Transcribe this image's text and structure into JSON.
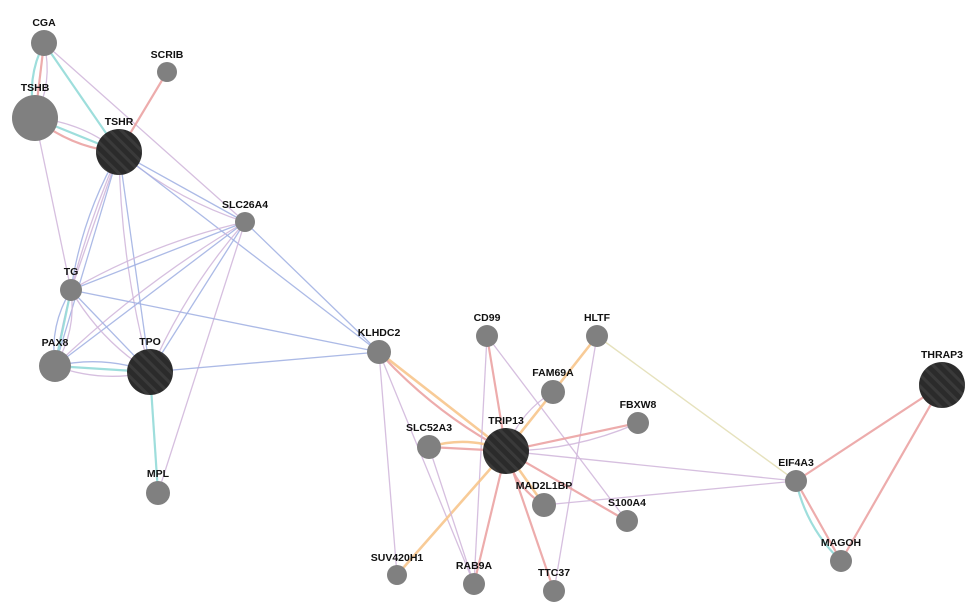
{
  "edge_colors": {
    "physical": "#eba3a3",
    "domains": "#93dad8",
    "coexpression": "#d2b8dc",
    "colocalization": "#a3b3e3",
    "predicted": "#f7c58c",
    "genetic": "#e3dfb6"
  },
  "node_colors": {
    "query": "#2b2b2b",
    "related": "#808080"
  },
  "nodes": [
    {
      "id": "CGA",
      "kind": "related"
    },
    {
      "id": "SCRIB",
      "kind": "related"
    },
    {
      "id": "TSHB",
      "kind": "related"
    },
    {
      "id": "TSHR",
      "kind": "query"
    },
    {
      "id": "SLC26A4",
      "kind": "related"
    },
    {
      "id": "TG",
      "kind": "related"
    },
    {
      "id": "PAX8",
      "kind": "related"
    },
    {
      "id": "TPO",
      "kind": "query"
    },
    {
      "id": "MPL",
      "kind": "related"
    },
    {
      "id": "KLHDC2",
      "kind": "related"
    },
    {
      "id": "CD99",
      "kind": "related"
    },
    {
      "id": "HLTF",
      "kind": "related"
    },
    {
      "id": "FAM69A",
      "kind": "related"
    },
    {
      "id": "TRIP13",
      "kind": "query"
    },
    {
      "id": "FBXW8",
      "kind": "related"
    },
    {
      "id": "SLC52A3",
      "kind": "related"
    },
    {
      "id": "MAD2L1BP",
      "kind": "related"
    },
    {
      "id": "S100A4",
      "kind": "related"
    },
    {
      "id": "EIF4A3",
      "kind": "related"
    },
    {
      "id": "THRAP3",
      "kind": "query"
    },
    {
      "id": "MAGOH",
      "kind": "related"
    },
    {
      "id": "SUV420H1",
      "kind": "related"
    },
    {
      "id": "RAB9A",
      "kind": "related"
    },
    {
      "id": "TTC37",
      "kind": "related"
    }
  ],
  "edges": [
    [
      "CGA",
      "TSHB",
      "physical"
    ],
    [
      "CGA",
      "TSHB",
      "domains"
    ],
    [
      "CGA",
      "TSHB",
      "coexpression"
    ],
    [
      "CGA",
      "TSHR",
      "domains"
    ],
    [
      "CGA",
      "SLC26A4",
      "coexpression"
    ],
    [
      "TSHB",
      "TG",
      "coexpression"
    ],
    [
      "TSHB",
      "TSHR",
      "domains"
    ],
    [
      "TSHB",
      "TSHR",
      "physical"
    ],
    [
      "TSHB",
      "TSHR",
      "coexpression"
    ],
    [
      "SCRIB",
      "TSHR",
      "physical"
    ],
    [
      "TSHR",
      "SLC26A4",
      "colocalization"
    ],
    [
      "TSHR",
      "SLC26A4",
      "coexpression"
    ],
    [
      "TSHR",
      "KLHDC2",
      "colocalization"
    ],
    [
      "TSHR",
      "TG",
      "coexpression"
    ],
    [
      "TSHR",
      "TG",
      "colocalization"
    ],
    [
      "TSHR",
      "PAX8",
      "colocalization"
    ],
    [
      "TSHR",
      "PAX8",
      "coexpression"
    ],
    [
      "TSHR",
      "TPO",
      "colocalization"
    ],
    [
      "TSHR",
      "TPO",
      "coexpression"
    ],
    [
      "SLC26A4",
      "TG",
      "colocalization"
    ],
    [
      "SLC26A4",
      "TG",
      "coexpression"
    ],
    [
      "SLC26A4",
      "PAX8",
      "colocalization"
    ],
    [
      "SLC26A4",
      "PAX8",
      "coexpression"
    ],
    [
      "SLC26A4",
      "TPO",
      "colocalization"
    ],
    [
      "SLC26A4",
      "TPO",
      "coexpression"
    ],
    [
      "SLC26A4",
      "MPL",
      "coexpression"
    ],
    [
      "SLC26A4",
      "KLHDC2",
      "colocalization"
    ],
    [
      "TG",
      "PAX8",
      "domains"
    ],
    [
      "TG",
      "PAX8",
      "colocalization"
    ],
    [
      "TG",
      "PAX8",
      "coexpression"
    ],
    [
      "TG",
      "TPO",
      "colocalization"
    ],
    [
      "TG",
      "TPO",
      "coexpression"
    ],
    [
      "TG",
      "KLHDC2",
      "colocalization"
    ],
    [
      "PAX8",
      "TPO",
      "domains"
    ],
    [
      "PAX8",
      "TPO",
      "coexpression"
    ],
    [
      "PAX8",
      "TPO",
      "colocalization"
    ],
    [
      "TPO",
      "MPL",
      "domains"
    ],
    [
      "TPO",
      "KLHDC2",
      "colocalization"
    ],
    [
      "KLHDC2",
      "TRIP13",
      "predicted"
    ],
    [
      "KLHDC2",
      "TRIP13",
      "physical"
    ],
    [
      "KLHDC2",
      "SUV420H1",
      "coexpression"
    ],
    [
      "KLHDC2",
      "RAB9A",
      "coexpression"
    ],
    [
      "CD99",
      "TRIP13",
      "physical"
    ],
    [
      "CD99",
      "RAB9A",
      "coexpression"
    ],
    [
      "CD99",
      "S100A4",
      "coexpression"
    ],
    [
      "HLTF",
      "FAM69A",
      "predicted"
    ],
    [
      "FAM69A",
      "TRIP13",
      "predicted"
    ],
    [
      "FAM69A",
      "TRIP13",
      "coexpression"
    ],
    [
      "HLTF",
      "TTC37",
      "coexpression"
    ],
    [
      "HLTF",
      "EIF4A3",
      "genetic"
    ],
    [
      "TRIP13",
      "FBXW8",
      "physical"
    ],
    [
      "TRIP13",
      "FBXW8",
      "coexpression"
    ],
    [
      "TRIP13",
      "SLC52A3",
      "physical"
    ],
    [
      "TRIP13",
      "SLC52A3",
      "predicted"
    ],
    [
      "TRIP13",
      "MAD2L1BP",
      "predicted"
    ],
    [
      "TRIP13",
      "MAD2L1BP",
      "physical"
    ],
    [
      "TRIP13",
      "S100A4",
      "physical"
    ],
    [
      "TRIP13",
      "SUV420H1",
      "predicted"
    ],
    [
      "TRIP13",
      "RAB9A",
      "physical"
    ],
    [
      "TRIP13",
      "TTC37",
      "physical"
    ],
    [
      "TRIP13",
      "EIF4A3",
      "coexpression"
    ],
    [
      "SLC52A3",
      "RAB9A",
      "coexpression"
    ],
    [
      "MAD2L1BP",
      "EIF4A3",
      "coexpression"
    ],
    [
      "EIF4A3",
      "THRAP3",
      "physical"
    ],
    [
      "EIF4A3",
      "MAGOH",
      "physical"
    ],
    [
      "EIF4A3",
      "MAGOH",
      "domains"
    ],
    [
      "THRAP3",
      "MAGOH",
      "physical"
    ]
  ]
}
